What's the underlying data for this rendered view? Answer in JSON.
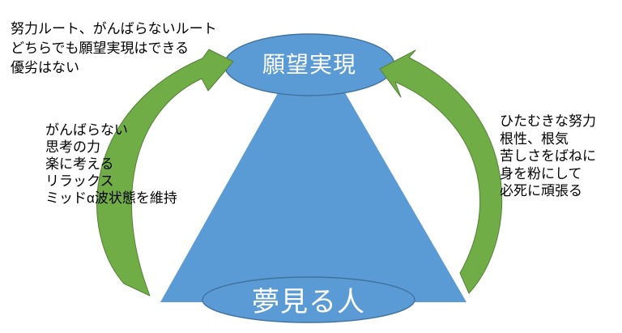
{
  "colors": {
    "background": "#FFFFFF",
    "blue_fill": "#5B9BD5",
    "blue_border": "#41719C",
    "green_fill": "#70AD47",
    "green_border": "#548235",
    "node_text": "#FFFFFF",
    "annotation_text": "#000000"
  },
  "nodes": {
    "top": {
      "label": "願望実現"
    },
    "bottom": {
      "label": "夢見る人"
    }
  },
  "annotations": {
    "top_left": {
      "lines": [
        "努力ルート、がんばらないルート",
        "どちらでも願望実現はできる",
        "優劣はない"
      ]
    },
    "left": {
      "lines": [
        "がんばらない",
        "思考の力",
        "楽に考える",
        "リラックス",
        "ミッドα波状態を維持"
      ]
    },
    "right": {
      "lines": [
        "ひたむきな努力",
        "根性、根気",
        "苦しさをばねに",
        "身を粉にして",
        "必死に頑張る"
      ]
    }
  },
  "icons": {
    "left_arrow": "curved-arrow-up-to-top-node",
    "right_arrow": "curved-arrow-up-to-top-node"
  }
}
